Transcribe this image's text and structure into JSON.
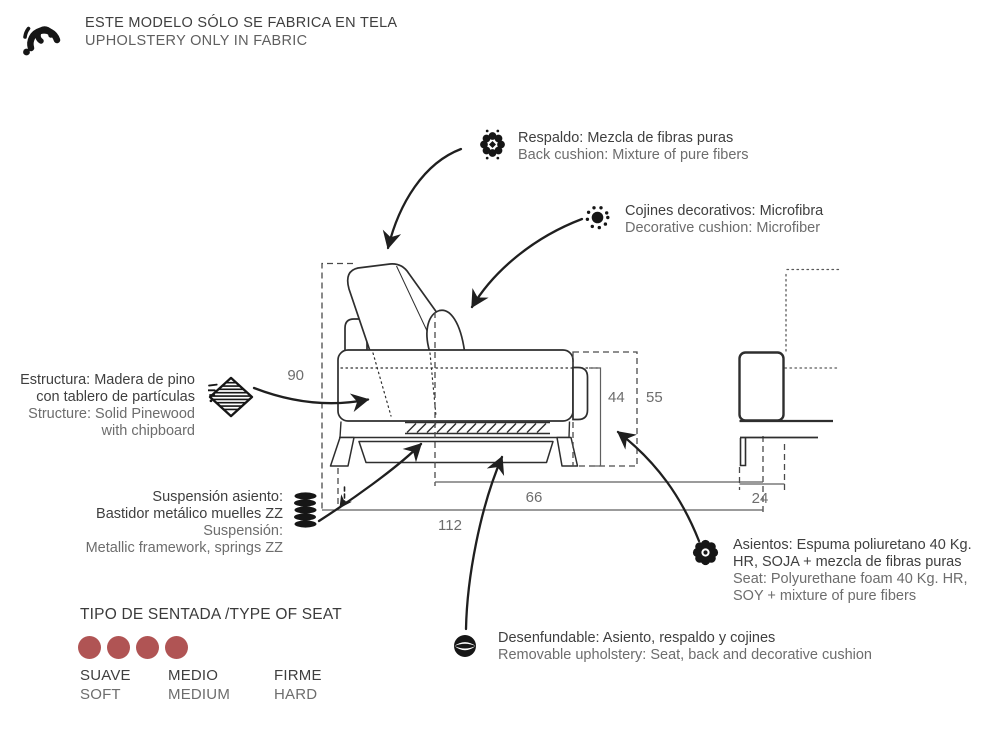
{
  "header": {
    "es": "ESTE MODELO SÓLO SE FABRICA EN TELA",
    "en": "UPHOLSTERY ONLY IN FABRIC"
  },
  "callouts": {
    "respaldo": {
      "icon": "fiber-cluster-icon",
      "es": "Respaldo: Mezcla de fibras puras",
      "en": "Back cushion: Mixture of pure fibers"
    },
    "cojines": {
      "icon": "microfiber-sun-icon",
      "es": "Cojines decorativos: Microfibra",
      "en": "Decorative cushion: Microfiber"
    },
    "estructura": {
      "icon": "chipboard-icon",
      "es1": "Estructura: Madera de pino",
      "es2": "con tablero de partículas",
      "en1": "Structure: Solid Pinewood",
      "en2": "with chipboard"
    },
    "suspension": {
      "icon": "springs-icon",
      "es1": "Suspensión asiento:",
      "es2": "Bastidor metálico muelles ZZ",
      "en1": "Suspensión:",
      "en2": "Metallic framework, springs ZZ"
    },
    "asientos": {
      "icon": "foam-gear-icon",
      "es1": "Asientos: Espuma poliuretano 40 Kg.",
      "es2": "HR, SOJA + mezcla de fibras puras",
      "en1": "Seat: Polyurethane foam 40 Kg. HR,",
      "en2": "SOY + mixture of pure fibers"
    },
    "desenfundable": {
      "icon": "zipper-cushion-icon",
      "es": "Desenfundable: Asiento, respaldo y cojines",
      "en": "Removable upholstery: Seat, back and decorative cushion"
    }
  },
  "dimensions": {
    "back_height": "90",
    "seat_height": "44",
    "arm_height": "55",
    "seat_depth": "66",
    "total_depth": "112",
    "arm_width": "24"
  },
  "seat_type": {
    "title": "TIPO DE SENTADA /TYPE OF SEAT",
    "dot_count": 4,
    "dot_color": "#b05454",
    "levels": [
      {
        "es": "SUAVE",
        "en": "SOFT"
      },
      {
        "es": "MEDIO",
        "en": "MEDIUM"
      },
      {
        "es": "FIRME",
        "en": "HARD"
      }
    ]
  },
  "colors": {
    "line": "#2e2e2e",
    "text_dark": "#3f3f3f",
    "text_gray": "#6d6d6d",
    "dashed": "#4a4a4a"
  }
}
